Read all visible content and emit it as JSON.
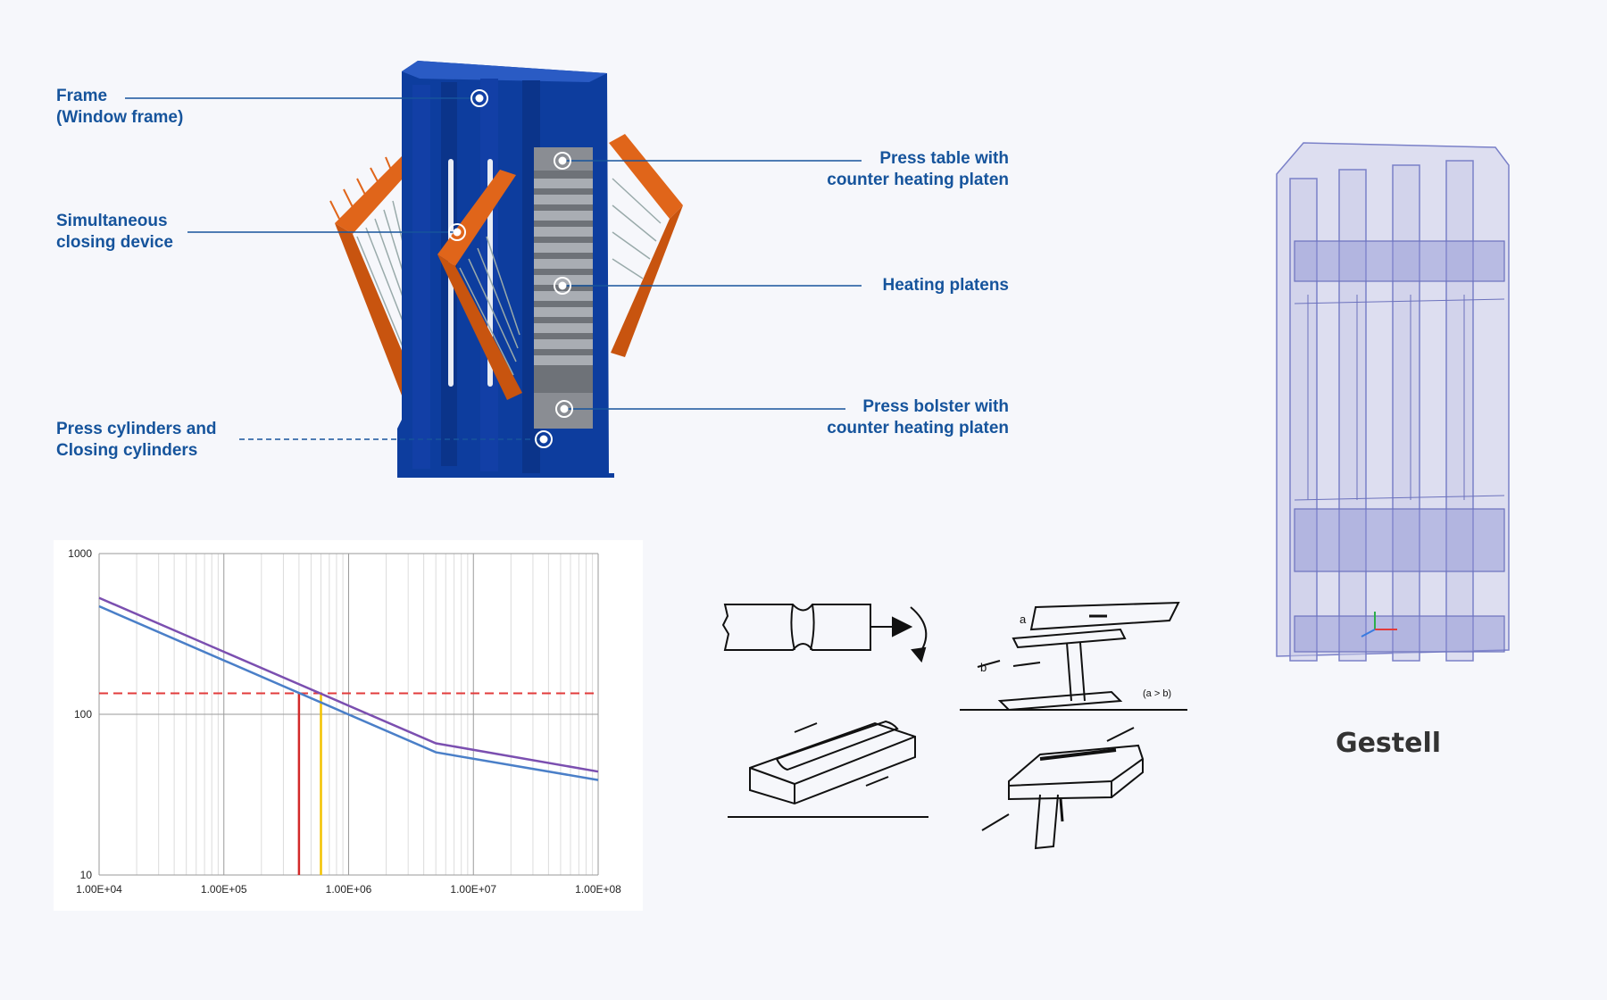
{
  "press": {
    "labels": {
      "frame": [
        "Frame",
        "(Window frame)"
      ],
      "closing": [
        "Simultaneous",
        "closing device"
      ],
      "cylinders": [
        "Press cylinders and",
        "Closing cylinders"
      ],
      "table": [
        "Press table with",
        "counter heating platen"
      ],
      "platens": [
        "Heating platens"
      ],
      "bolster": [
        "Press bolster with",
        "counter heating platen"
      ]
    },
    "colors": {
      "label": "#16549c",
      "frame": "#0d3d9e",
      "closing_device": "#e0651a",
      "platen": "#8a8d93"
    }
  },
  "sn_chart": {
    "chart_data": {
      "type": "line",
      "x_scale": "log",
      "y_scale": "log",
      "xlim": [
        10000,
        100000000
      ],
      "ylim": [
        10,
        1000
      ],
      "x_ticks": [
        "1.00E+04",
        "1.00E+05",
        "1.00E+06",
        "1.00E+07",
        "1.00E+08"
      ],
      "y_ticks": [
        "10",
        "100",
        "1000"
      ],
      "grid": true,
      "series": [
        {
          "color": "#7b4fb0",
          "x": [
            10000,
            5000000,
            100000000
          ],
          "y": [
            530,
            66,
            44
          ]
        },
        {
          "color": "#4a7fc8",
          "x": [
            10000,
            5000000,
            100000000
          ],
          "y": [
            470,
            58,
            39
          ]
        }
      ],
      "reference_lines": [
        {
          "kind": "horizontal",
          "style": "dashed",
          "color": "#e23b3b",
          "y": 135
        },
        {
          "kind": "vertical",
          "color": "#d22a2a",
          "x": 400000,
          "y": [
            10,
            135
          ]
        },
        {
          "kind": "vertical",
          "color": "#f2c200",
          "x": 600000,
          "y": [
            10,
            135
          ]
        }
      ]
    }
  },
  "welds": {
    "annotations": {
      "a_label": "a",
      "b_label": "b",
      "a_gt_b": "(a > b)"
    }
  },
  "gestell": {
    "title": "Gestell",
    "color": "#7a80c8"
  }
}
